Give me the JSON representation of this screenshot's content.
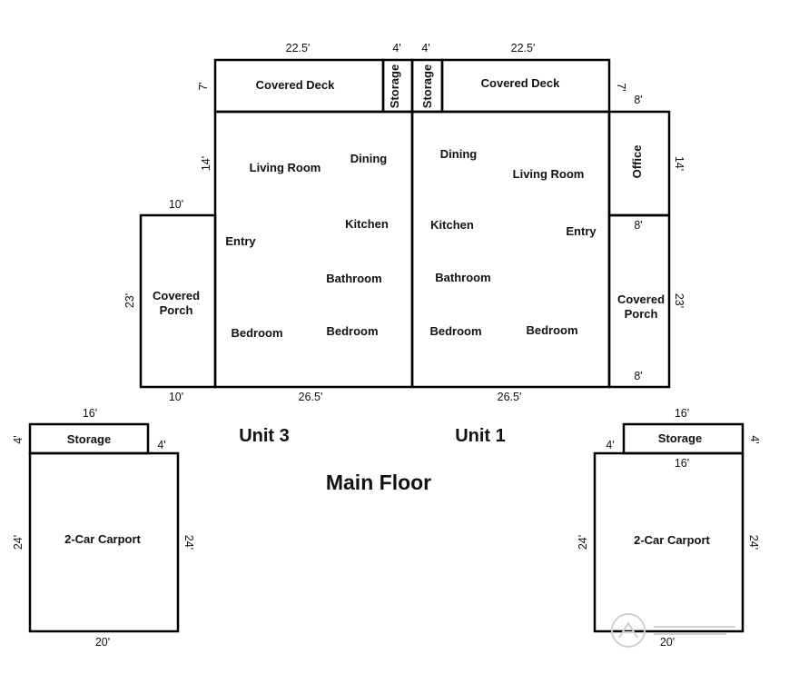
{
  "title": "Main Floor",
  "units": {
    "left": "Unit 3",
    "right": "Unit 1"
  },
  "rooms": {
    "deck_left": "Covered Deck",
    "deck_right": "Covered Deck",
    "storage_left": "Storage",
    "storage_right": "Storage",
    "living_left": "Living Room",
    "dining_left": "Dining",
    "kitchen_left": "Kitchen",
    "entry_left": "Entry",
    "bathroom_left": "Bathroom",
    "bedroom_left_a": "Bedroom",
    "bedroom_left_b": "Bedroom",
    "porch_left_1": "Covered",
    "porch_left_2": "Porch",
    "dining_right": "Dining",
    "living_right": "Living Room",
    "office_right": "Office",
    "kitchen_right": "Kitchen",
    "entry_right": "Entry",
    "bathroom_right": "Bathroom",
    "bedroom_right_a": "Bedroom",
    "bedroom_right_b": "Bedroom",
    "porch_right_1": "Covered",
    "porch_right_2": "Porch",
    "carport_storage_left": "Storage",
    "carport_storage_right": "Storage",
    "carport_left": "2-Car Carport",
    "carport_right": "2-Car Carport"
  },
  "dimensions": {
    "deck_left_w": "22.5'",
    "storage_left_w": "4'",
    "storage_right_w": "4'",
    "deck_right_w": "22.5'",
    "deck_left_h": "7'",
    "deck_right_h": "7'",
    "office_w": "8'",
    "left_upper_h": "14'",
    "right_upper_h": "14'",
    "porch_left_top": "10'",
    "porch_left_h": "23'",
    "porch_right_top": "8'",
    "porch_right_h": "23'",
    "porch_right_bottom": "8'",
    "porch_left_bottom": "10'",
    "unit_left_w": "26.5'",
    "unit_right_w": "26.5'",
    "cs_left_w": "16'",
    "cs_left_h_left": "4'",
    "cs_left_h_right": "4'",
    "carport_left_h_left": "24'",
    "carport_left_h_right": "24'",
    "carport_left_w": "20'",
    "cs_right_w": "16'",
    "cs_right_h_left": "4'",
    "cs_right_h_right": "4'",
    "cs_right_bottom": "16'",
    "carport_right_h_left": "24'",
    "carport_right_h_right": "24'",
    "carport_right_w": "20'"
  }
}
